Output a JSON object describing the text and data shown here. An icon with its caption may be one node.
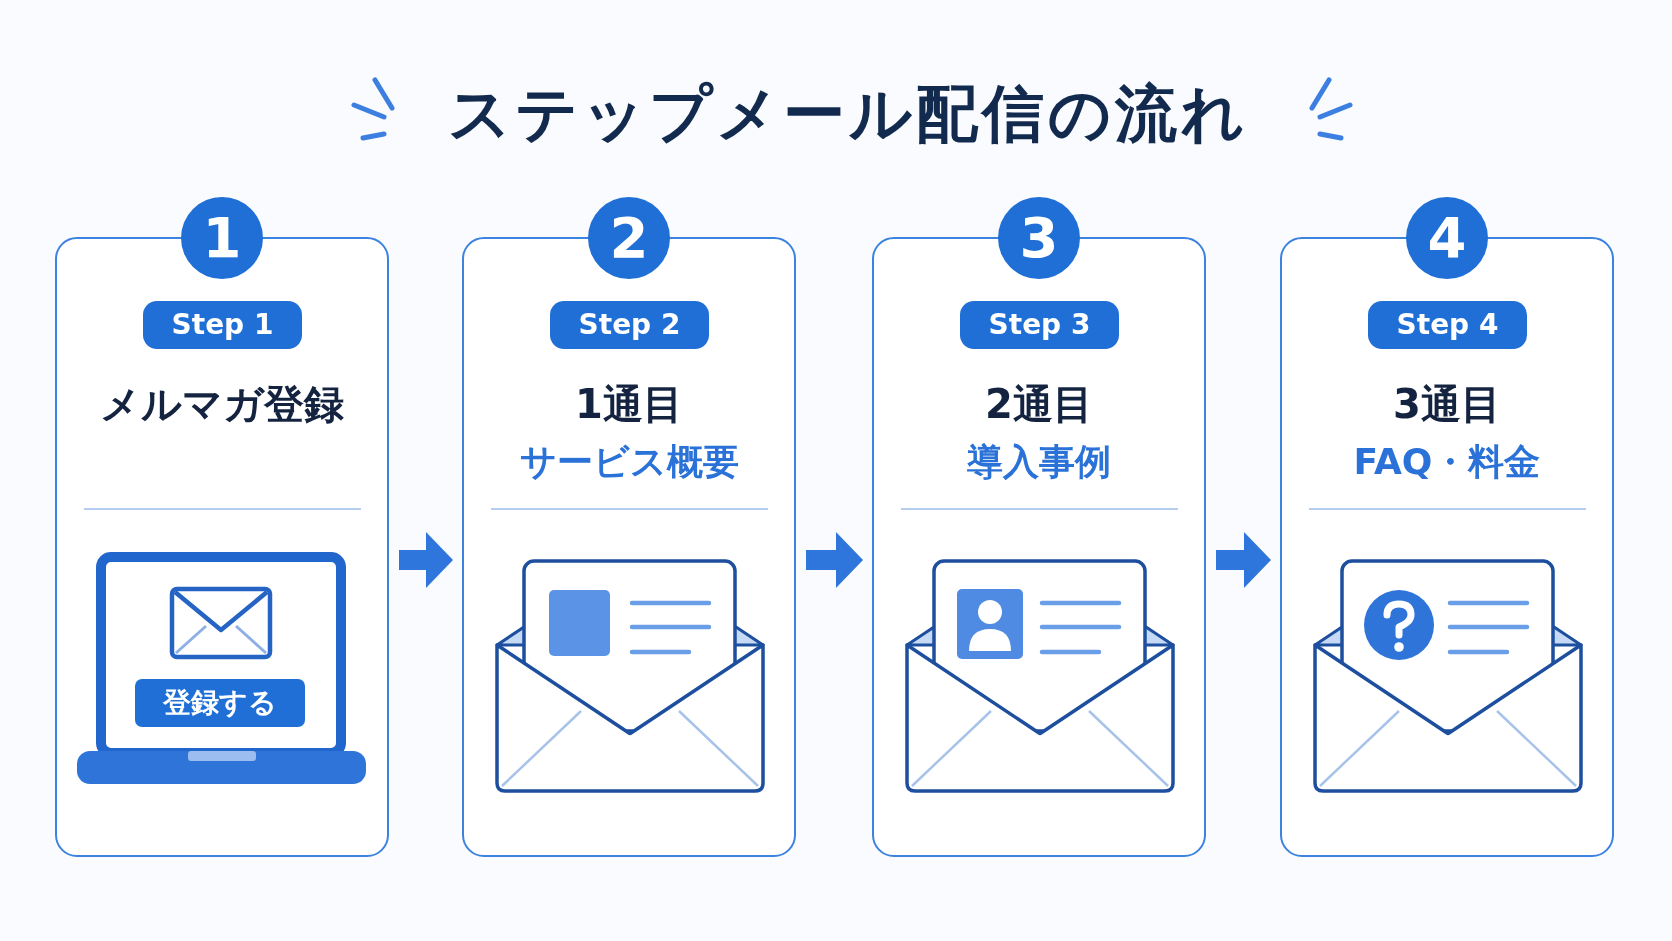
{
  "diagram": {
    "title": "ステップメール配信の流れ",
    "nodes": [
      {
        "text": [
          "1"
        ]
      },
      {
        "text": [
          "メルマガ登録"
        ]
      },
      {
        "text": [
          "Step 1"
        ],
        "in": 1
      },
      {
        "text": [
          "登録する"
        ],
        "in": 1
      },
      {
        "text": [
          "2"
        ]
      },
      {
        "text": [
          "1通目",
          "サービス概要"
        ]
      },
      {
        "text": [
          "Step 2"
        ],
        "in": 5
      },
      {
        "text": [
          "3"
        ]
      },
      {
        "text": [
          "2通目",
          "導入事例"
        ]
      },
      {
        "text": [
          "Step 3"
        ],
        "in": 8
      },
      {
        "text": [
          "4"
        ]
      },
      {
        "text": [
          "3通目",
          "FAQ・料金"
        ]
      },
      {
        "text": [
          "Step 4"
        ],
        "in": 11
      }
    ],
    "edges": [
      {
        "from": 1,
        "to": 5,
        "arrow": "to"
      },
      {
        "from": 5,
        "to": 8,
        "arrow": "to"
      },
      {
        "from": 8,
        "to": 11,
        "arrow": "to"
      }
    ]
  }
}
